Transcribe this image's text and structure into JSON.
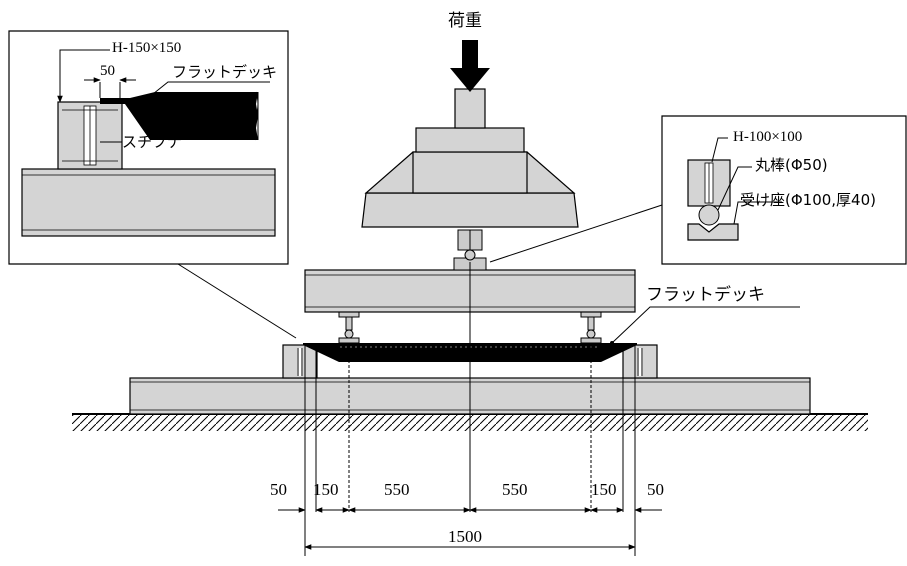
{
  "labels": {
    "load": "荷重",
    "h150": "H-150×150",
    "dim_50_detail": "50",
    "flat_deck_detail": "フラットデッキ",
    "stiffener": "スチフナ",
    "h100": "H-100×100",
    "round_bar": "丸棒(Φ50)",
    "bearing": "受け座(Φ100,厚40)",
    "flat_deck_main": "フラットデッキ"
  },
  "dimensions": {
    "d1": "50",
    "d2": "150",
    "d3": "550",
    "d4": "550",
    "d5": "150",
    "d6": "50",
    "total": "1500"
  },
  "colors": {
    "steel": "#d4d4d4",
    "deck": "#000000",
    "line": "#000000",
    "background": "#ffffff"
  }
}
